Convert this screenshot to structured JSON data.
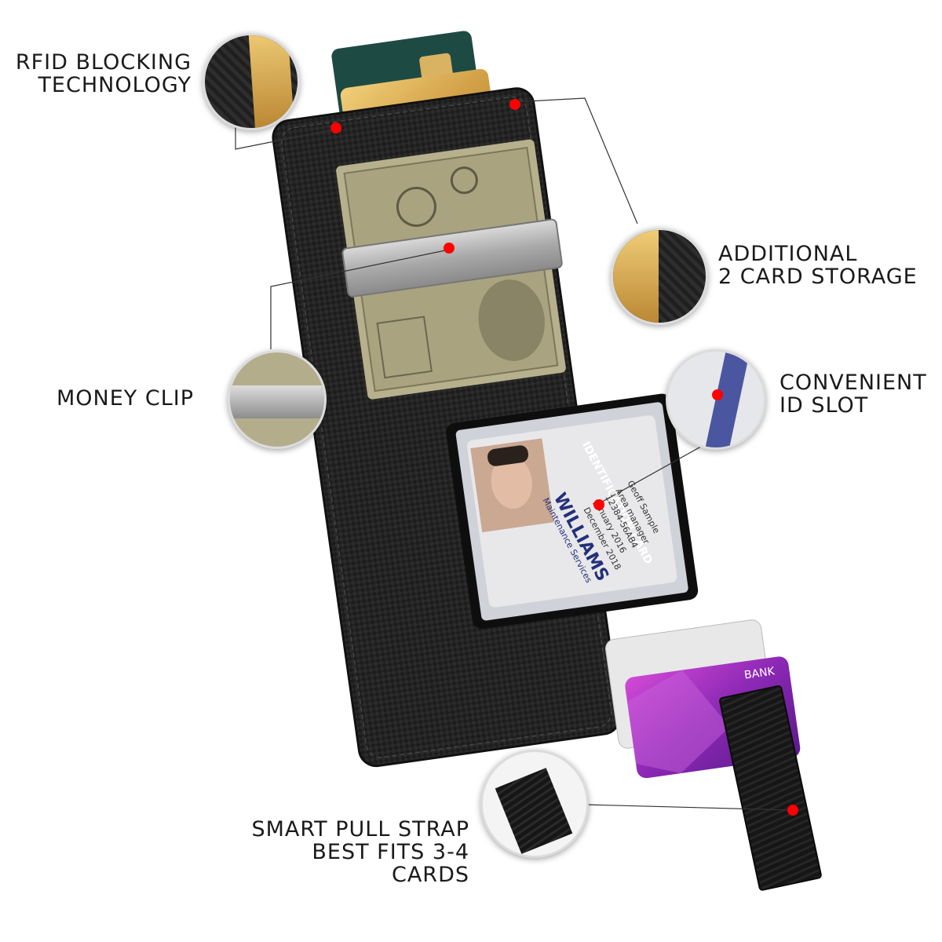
{
  "labels": {
    "rfid": [
      "RFID BLOCKING",
      "TECHNOLOGY"
    ],
    "additional": [
      "ADDITIONAL",
      "2 CARD STORAGE"
    ],
    "money_clip": [
      "MONEY CLIP"
    ],
    "id_slot": [
      "CONVENIENT",
      "ID SLOT"
    ],
    "pull_strap": [
      "SMART PULL STRAP",
      "BEST FITS 3-4",
      "CARDS"
    ]
  },
  "id_card": {
    "header": "IDENTIFICATION CARD",
    "surname": "WILLIAMS",
    "department": "Maintenance Services",
    "name": "Geoff Sample",
    "role": "Area manager",
    "id_no": "12384-56AB4",
    "issued": "January 2016",
    "expires": "December 2018"
  },
  "bank_card": {
    "brand": "BANK"
  },
  "colors": {
    "accent_dot": "#ff0000",
    "leather": "#1c1c1c",
    "gold": "#d6a84a",
    "purple": "#8a2aa8"
  }
}
